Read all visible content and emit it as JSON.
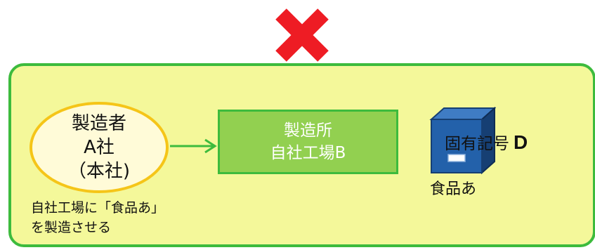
{
  "colors": {
    "panel_fill": "#f4f89a",
    "panel_border": "#3dbb3d",
    "cross": "#ee1c24",
    "maker_fill": "#fffbd8",
    "maker_border": "#f5c518",
    "factory_fill": "#92d050",
    "arrow": "#3dbb3d",
    "cabinet": "#1f5a9e"
  },
  "icons": {
    "prohibition": "cross-mark-icon",
    "product": "cabinet-icon"
  },
  "maker": {
    "line1": "製造者",
    "line2": "A社",
    "line3": "（本社)"
  },
  "factory": {
    "line1": "製造所",
    "line2": "自社工場B"
  },
  "product": {
    "id_label": "固有記号",
    "id_letter": "D",
    "name": "食品あ"
  },
  "note": {
    "line1": "自社工場に「食品あ」",
    "line2": "を製造させる"
  }
}
